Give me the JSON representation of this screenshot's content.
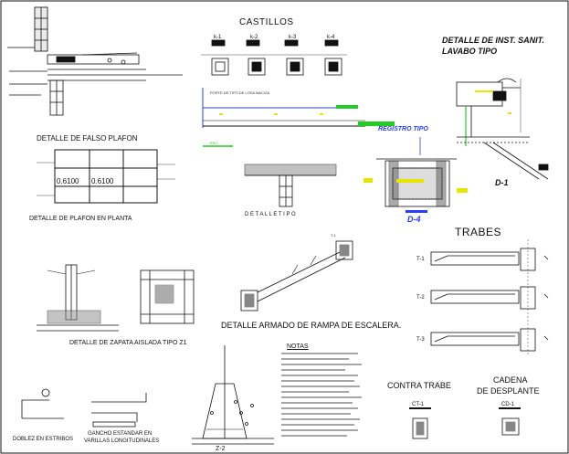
{
  "titles": {
    "castillos": "CASTILLOS",
    "detalle_inst": "DETALLE DE INST. SANIT.",
    "lavabo_tipo": "LAVABO TIPO",
    "falso_plafon": "DETALLE DE FALSO PLAFON",
    "plafon_planta": "DETALLE  DE PLAFON EN PLANTA",
    "registro_tipo": "REGISTRO TIPO",
    "d1": "D-1",
    "d4": "D-4",
    "detalle_tipo": "D E T A L L E   T I P O",
    "trabes": "TRABES",
    "zapata": "DETALLE  DE ZAPATA AISLADA TIPO Z1",
    "rampa": "DETALLE  ARMADO DE RAMPA DE ESCALERA.",
    "notas": "NOTAS",
    "contra_trabe": "CONTRA TRABE",
    "cadena_1": "CADENA",
    "cadena_2": "DE DESPLANTE",
    "dobles": "DOBLEZ EN ESTRIBOS",
    "gancho_1": "GANCHO ESTANDAR EN",
    "gancho_2": "VARILLAS LONGITUDINALES",
    "z2": "Z-2"
  },
  "castillos": [
    "k-1",
    "k-2",
    "k-3",
    "k-4"
  ],
  "trabes": [
    "T-1",
    "T-2",
    "T-3"
  ],
  "plafon_values": [
    "0.6100",
    "0.6100"
  ],
  "small_labels": {
    "ct1": "CT-1",
    "cd1": "CD-1",
    "t1_top": "T-1",
    "porte": "PORTE DE TIPO DE LOSA MACIZA",
    "esc": "ESC."
  },
  "colors": {
    "green": "#22cc22",
    "blue": "#2a3cff",
    "yellow": "#e6e600",
    "line": "#111111",
    "gray": "#888888"
  }
}
